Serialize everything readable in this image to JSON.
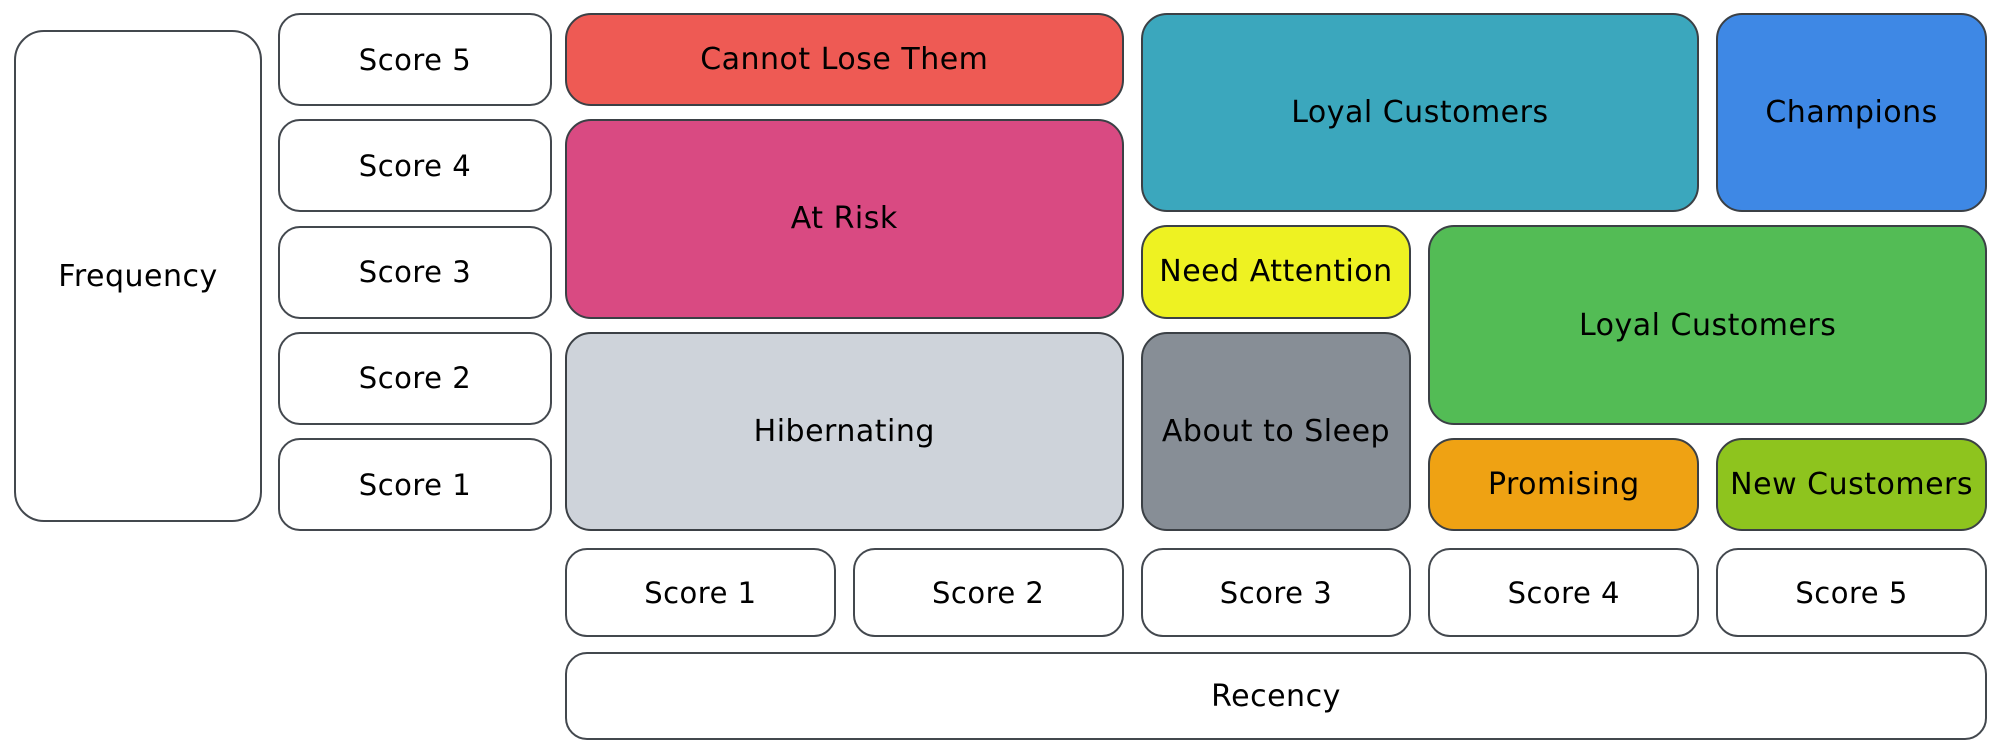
{
  "frequency_axis": {
    "label": "Frequency",
    "scores": [
      {
        "label": "Score 5",
        "score": 5
      },
      {
        "label": "Score 4",
        "score": 4
      },
      {
        "label": "Score 3",
        "score": 3
      },
      {
        "label": "Score 2",
        "score": 2
      },
      {
        "label": "Score 1",
        "score": 1
      }
    ]
  },
  "recency_axis": {
    "label": "Recency",
    "scores": [
      {
        "label": "Score 1",
        "score": 1
      },
      {
        "label": "Score 2",
        "score": 2
      },
      {
        "label": "Score 3",
        "score": 3
      },
      {
        "label": "Score 4",
        "score": 4
      },
      {
        "label": "Score 5",
        "score": 5
      }
    ]
  },
  "segments": [
    {
      "label": "Cannot Lose Them",
      "color": "#ee5a54",
      "frequency_scores": [
        5
      ],
      "recency_scores": [
        1,
        2
      ]
    },
    {
      "label": "At Risk",
      "color": "#d94a82",
      "frequency_scores": [
        4,
        3
      ],
      "recency_scores": [
        1,
        2
      ]
    },
    {
      "label": "Hibernating",
      "color": "#ced3da",
      "frequency_scores": [
        2,
        1
      ],
      "recency_scores": [
        1,
        2
      ]
    },
    {
      "label": "Loyal Customers",
      "color": "#3ba7bd",
      "frequency_scores": [
        5,
        4
      ],
      "recency_scores": [
        3,
        4
      ]
    },
    {
      "label": "Champions",
      "color": "#3e88e5",
      "frequency_scores": [
        5,
        4
      ],
      "recency_scores": [
        5
      ]
    },
    {
      "label": "Need Attention",
      "color": "#eef222",
      "frequency_scores": [
        3
      ],
      "recency_scores": [
        3
      ]
    },
    {
      "label": "Loyal Customers",
      "color": "#53bc55",
      "frequency_scores": [
        3,
        2
      ],
      "recency_scores": [
        4,
        5
      ]
    },
    {
      "label": "About to Sleep",
      "color": "#878e96",
      "frequency_scores": [
        2,
        1
      ],
      "recency_scores": [
        3
      ]
    },
    {
      "label": "Promising",
      "color": "#efa213",
      "frequency_scores": [
        1
      ],
      "recency_scores": [
        4
      ]
    },
    {
      "label": "New Customers",
      "color": "#8ec41e",
      "frequency_scores": [
        1
      ],
      "recency_scores": [
        5
      ]
    }
  ],
  "style": {
    "stroke_color": "#43484e",
    "text_color": "#000000",
    "background_color": "#ffffff"
  }
}
